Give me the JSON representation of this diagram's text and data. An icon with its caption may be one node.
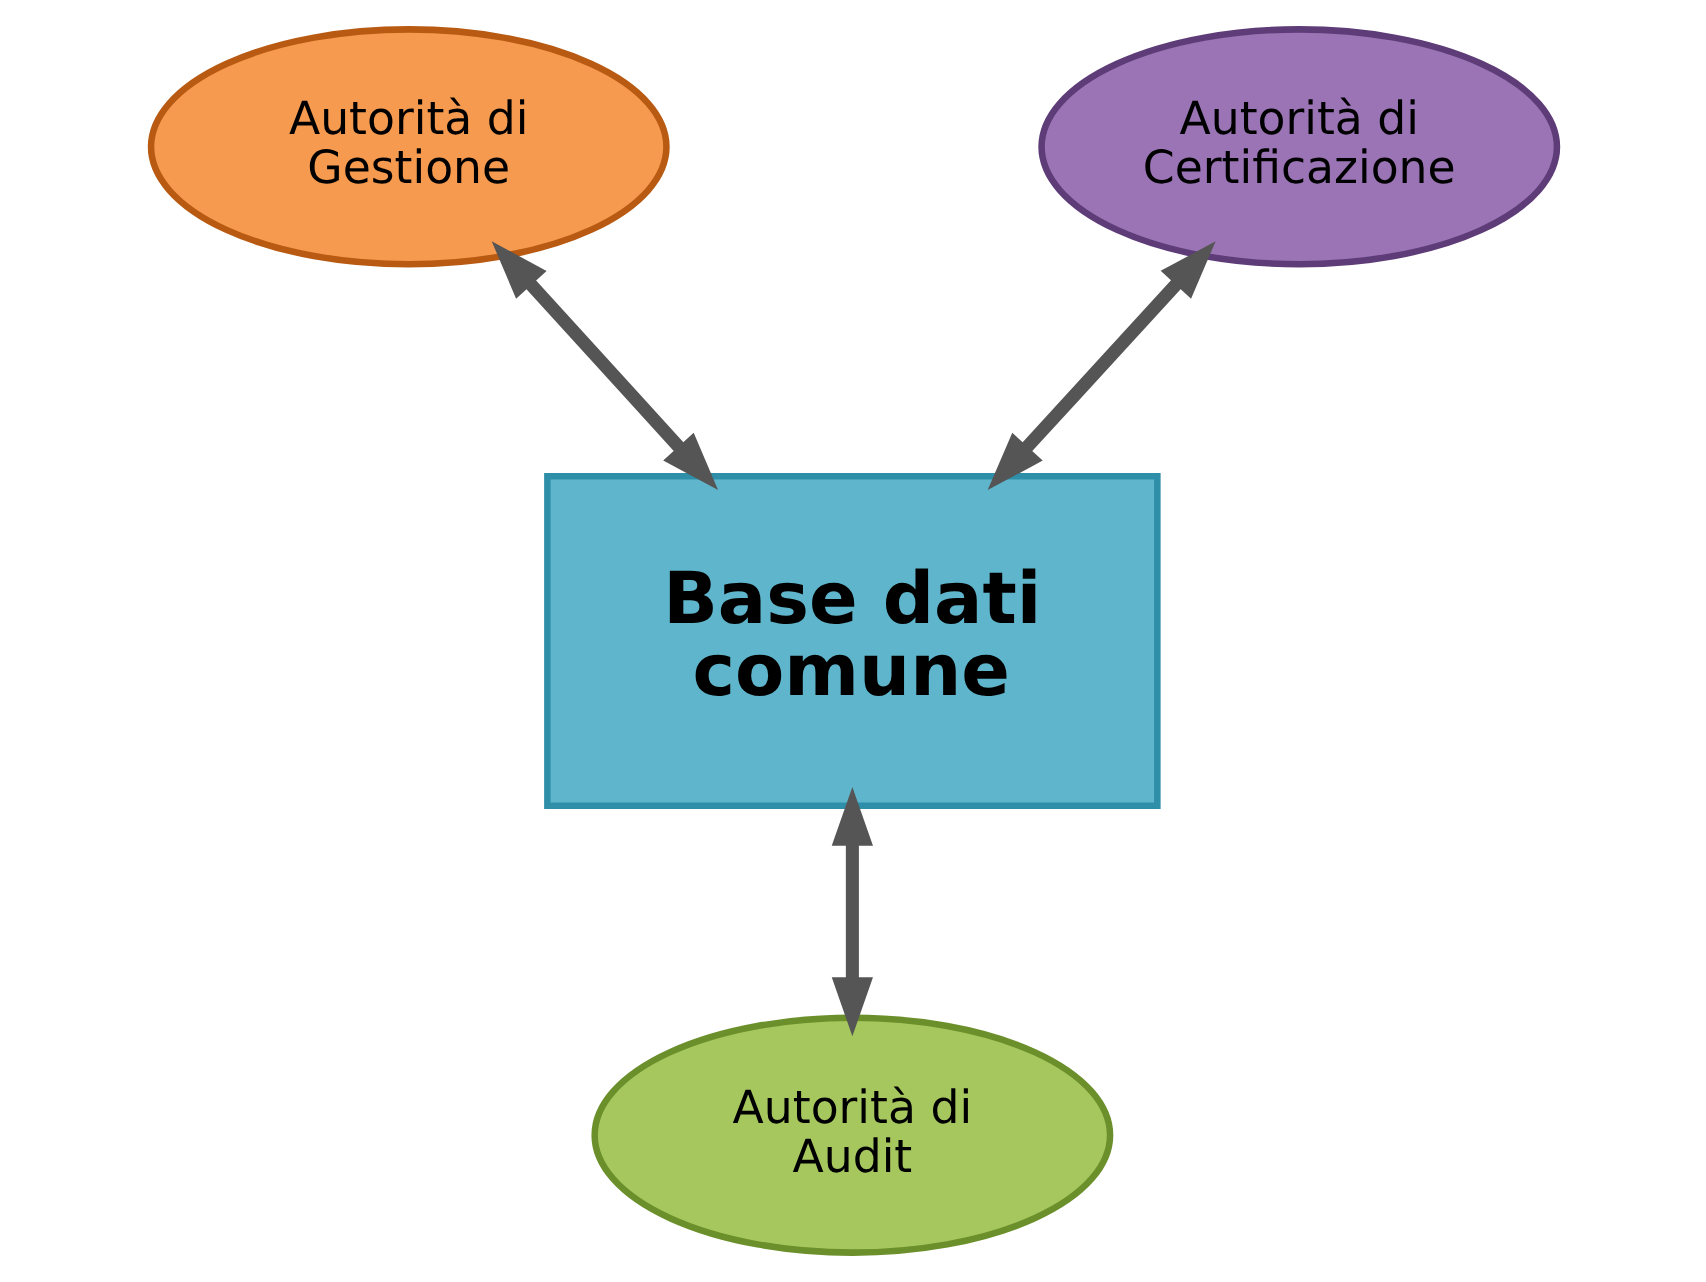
{
  "diagram": {
    "nodes": [
      {
        "text": [
          "Autorità di Gestione"
        ]
      },
      {
        "text": [
          "Autorità di Certificazione"
        ]
      },
      {
        "text": [
          "Base dati comune"
        ]
      },
      {
        "text": [
          "Autorità di Audit"
        ]
      }
    ],
    "edges": [
      {
        "from": 0,
        "to": 2,
        "arrow": "both"
      },
      {
        "from": 1,
        "to": 2,
        "arrow": "both"
      },
      {
        "from": 2,
        "to": 3,
        "arrow": "both"
      }
    ]
  }
}
